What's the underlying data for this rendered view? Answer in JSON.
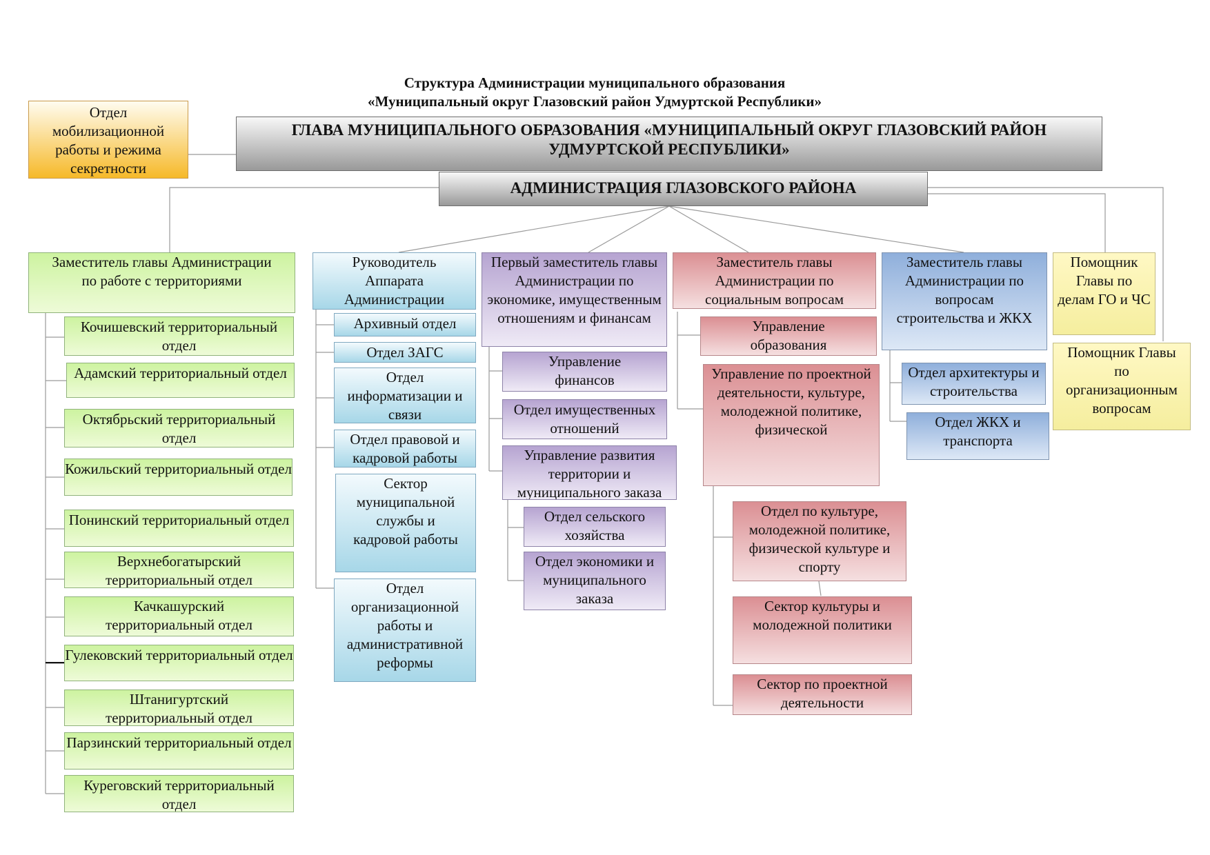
{
  "title": {
    "line1": "Структура Администрации муниципального образования",
    "line2": "«Муниципальный округ Глазовский район Удмуртской Республики»"
  },
  "head": "ГЛАВА МУНИЦИПАЛЬНОГО ОБРАЗОВАНИЯ «МУНИЦИПАЛЬНЫЙ ОКРУГ ГЛАЗОВСКИЙ РАЙОН УДМУРТСКОЙ РЕСПУБЛИКИ»",
  "admin": "АДМИНИСТРАЦИЯ ГЛАЗОВСКОГО РАЙОНА",
  "mobilization": "Отдел мобилизационной работы и режима секретности",
  "territories": {
    "head": "Заместитель главы Администрации по работе с территориями",
    "items": [
      "Кочишевский территориальный отдел",
      "Адамский территориальный отдел",
      "Октябрьский территориальный отдел",
      "Кожильский территориальный отдел",
      "Понинский территориальный отдел",
      "Верхнебогатырский территориальный отдел",
      "Качкашурский территориальный отдел",
      "Гулековский территориальный отдел",
      "Штанигуртский территориальный отдел",
      "Парзинский территориальный отдел",
      "Куреговский территориальный отдел"
    ]
  },
  "apparatus": {
    "head": "Руководитель Аппарата Администрации",
    "items": [
      "Архивный отдел",
      "Отдел ЗАГС",
      "Отдел информатизации и связи",
      "Отдел правовой и кадровой работы",
      "Сектор муниципальной службы и кадровой работы",
      "Отдел организационной работы и административной реформы"
    ]
  },
  "economy": {
    "head": "Первый заместитель главы Администрации по экономике, имущественным отношениям и финансам",
    "items": [
      "Управление финансов",
      "Отдел имущественных отношений",
      "Управление развития территории и муниципального заказа",
      "Отдел сельского хозяйства",
      "Отдел экономики и муниципального заказа"
    ]
  },
  "social": {
    "head": "Заместитель главы Администрации по социальным вопросам",
    "items": [
      "Управление образования",
      "Управление по проектной деятельности, культуре, молодежной политике, физической",
      "Отдел по культуре, молодежной политике, физической культуре и спорту",
      "Сектор культуры и молодежной политики",
      "Сектор по проектной деятельности"
    ]
  },
  "construction": {
    "head": "Заместитель главы Администрации по вопросам строительства и ЖКХ",
    "items": [
      "Отдел архитектуры и строительства",
      "Отдел ЖКХ и транспорта"
    ]
  },
  "assistants": [
    "Помощник Главы по делам ГО и ЧС",
    "Помощник Главы по организационным вопросам"
  ]
}
